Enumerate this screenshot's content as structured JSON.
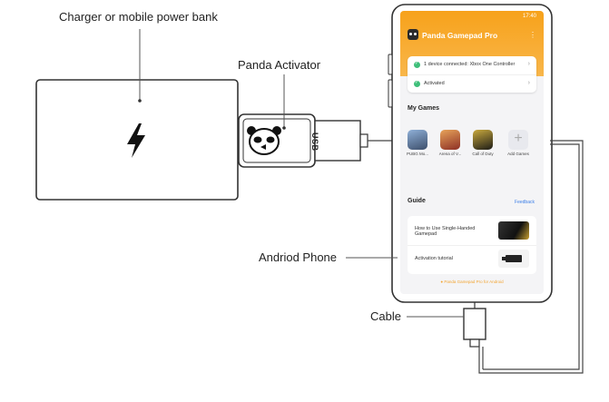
{
  "labels": {
    "power_bank": "Charger or mobile power bank",
    "activator": "Panda Activator",
    "usb": "USB",
    "phone": "Andriod Phone",
    "cable": "Cable"
  },
  "icons": {
    "bolt": "lightning-bolt",
    "panda": "panda-face",
    "logo": "panda-app-logo"
  },
  "phone_app": {
    "status_time": "17:40",
    "title": "Panda Gamepad Pro",
    "device_status": "1 device connected: Xbox One Controller",
    "activation_status": "Activated",
    "my_games_title": "My Games",
    "games": [
      {
        "name": "PUBG Mo...",
        "color": "#5b6e8c"
      },
      {
        "name": "Arena of V...",
        "color": "#b5483a"
      },
      {
        "name": "Call of Duty",
        "color": "#2b2a23"
      },
      {
        "name": "Add Games",
        "color": "#e8e9ee"
      }
    ],
    "guide_title": "Guide",
    "feedback": "Feedback",
    "guide_items": [
      {
        "label": "How to Use Single-Handed Gamepad"
      },
      {
        "label": "Activation tutorial"
      }
    ],
    "footer": "Panda Gamepad Pro for Android"
  },
  "colors": {
    "accent_orange": "#f7a21b",
    "active_green": "#3fbf7a",
    "line": "#555555"
  }
}
